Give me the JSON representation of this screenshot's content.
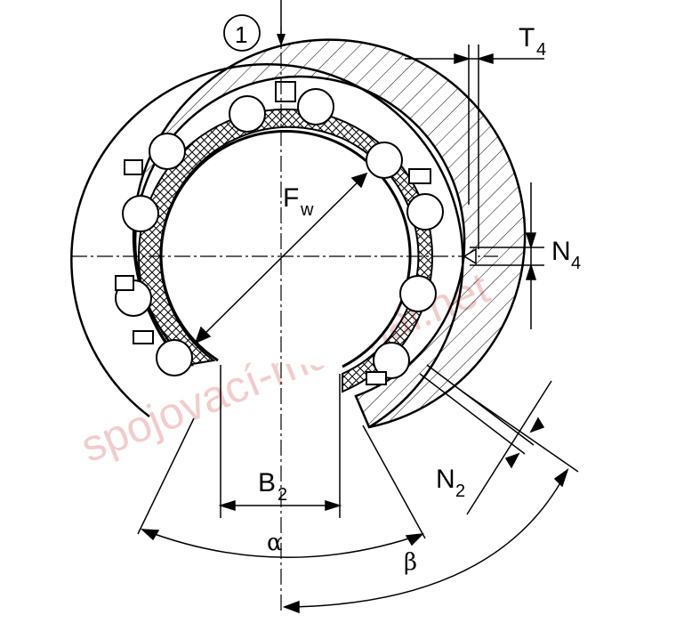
{
  "labels": {
    "callout": "1",
    "T4": "T",
    "T4_sub": "4",
    "N4": "N",
    "N4_sub": "4",
    "Fw": "F",
    "Fw_sub": "w",
    "B2": "B",
    "B2_sub": "2",
    "N2": "N",
    "N2_sub": "2",
    "alpha": "α",
    "beta": "β"
  },
  "watermark": {
    "text": "spojovací-materiál.net",
    "color": "#e8a3a3"
  },
  "colors": {
    "line": "#000000",
    "hatch": "#000000",
    "background": "#ffffff"
  }
}
